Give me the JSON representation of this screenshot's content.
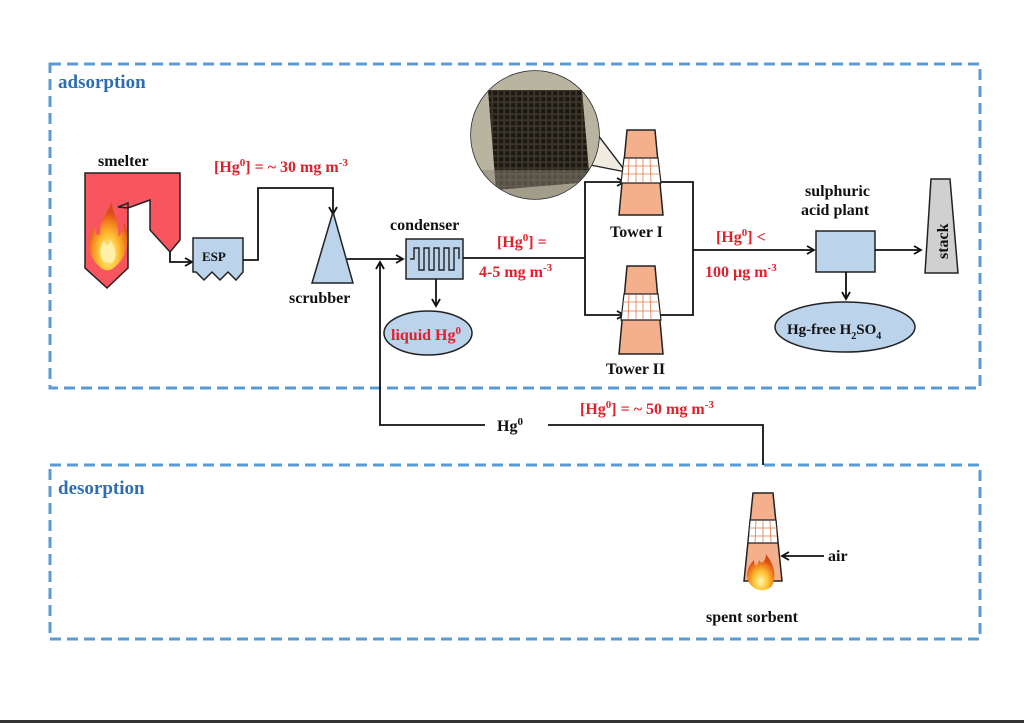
{
  "regions": {
    "adsorption": "adsorption",
    "desorption": "desorption"
  },
  "units": {
    "smelter": "smelter",
    "esp": "ESP",
    "scrubber": "scrubber",
    "condenser": "condenser",
    "tower_1": "Tower I",
    "tower_2": "Tower II",
    "acid_plant_line1": "sulphuric",
    "acid_plant_line2": "acid plant",
    "stack": "stack",
    "spent_sorbent": "spent sorbent",
    "air": "air"
  },
  "products": {
    "liquid_hg": {
      "text": "liquid Hg",
      "sup": "0"
    },
    "h2so4": {
      "prefix": "Hg-free H",
      "sub1": "2",
      "mid": "SO",
      "sub2": "4"
    }
  },
  "streams": {
    "after_esp": {
      "pre": "[Hg",
      "sup": "0",
      "post": "] = ~ 30 mg m",
      "exp": "-3"
    },
    "after_condenser_line1": {
      "pre": "[Hg",
      "sup": "0",
      "post": "] ="
    },
    "after_condenser_line2": {
      "pre": "4-5 mg m",
      "exp": "-3"
    },
    "after_towers_line1": {
      "pre": "[Hg",
      "sup": "0",
      "post": "] <"
    },
    "after_towers_line2": {
      "pre": "100 µg m",
      "exp": "-3"
    },
    "recycle_label": {
      "pre": "Hg",
      "sup": "0"
    },
    "recycle_conc": {
      "pre": "[Hg",
      "sup": "0",
      "post": "] = ~ 50 mg m",
      "exp": "-3"
    }
  },
  "colors": {
    "region_border": "#5b9bd5",
    "region_title": "#2e6db4",
    "smelter_fill": "#f8555f",
    "unit_fill": "#bcd3ec",
    "tower_fill": "#f4b08c",
    "stack_fill": "#d0d0d0",
    "concentration_text": "#e0202a"
  }
}
